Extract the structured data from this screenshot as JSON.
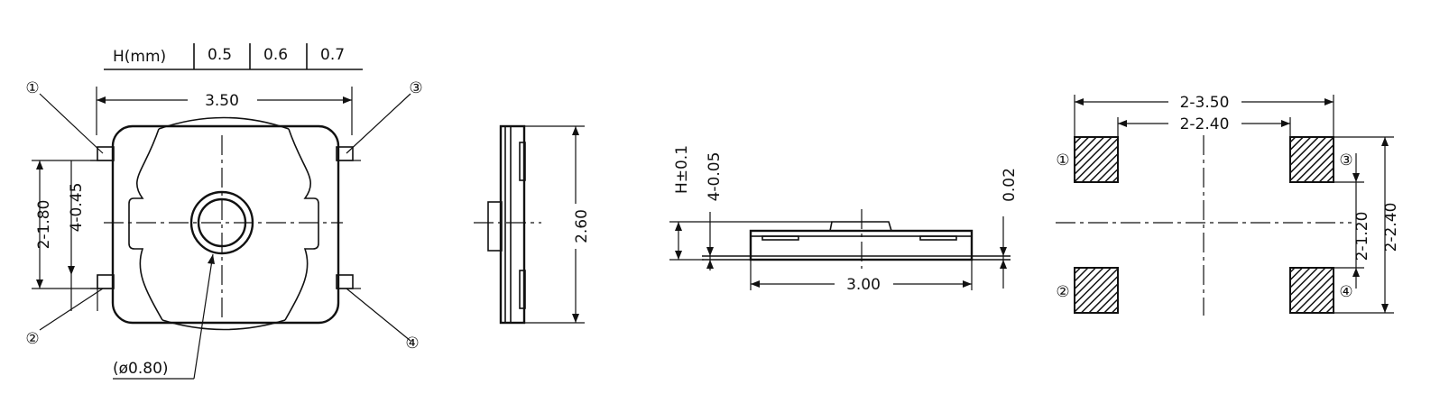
{
  "table": {
    "header": "H(mm)",
    "values": [
      "0.5",
      "0.6",
      "0.7"
    ]
  },
  "top_view": {
    "width_dim": "3.50",
    "pitch_dim": "2-1.80",
    "lead_dim": "4-0.45",
    "button_dim": "(ø0.80)",
    "pins": [
      "①",
      "②",
      "③",
      "④"
    ]
  },
  "side_view": {
    "height_dim": "2.60"
  },
  "front_view": {
    "h_dim": "H±0.1",
    "lead_thk_dim": "4-0.05",
    "gap_dim": "0.02",
    "body_width_dim": "3.00"
  },
  "footprint": {
    "outer_dim": "2-3.50",
    "inner_dim": "2-2.40",
    "pad_gap_dim": "2-1.20",
    "pad_span_dim": "2-2.40",
    "pins": [
      "①",
      "②",
      "③",
      "④"
    ]
  }
}
